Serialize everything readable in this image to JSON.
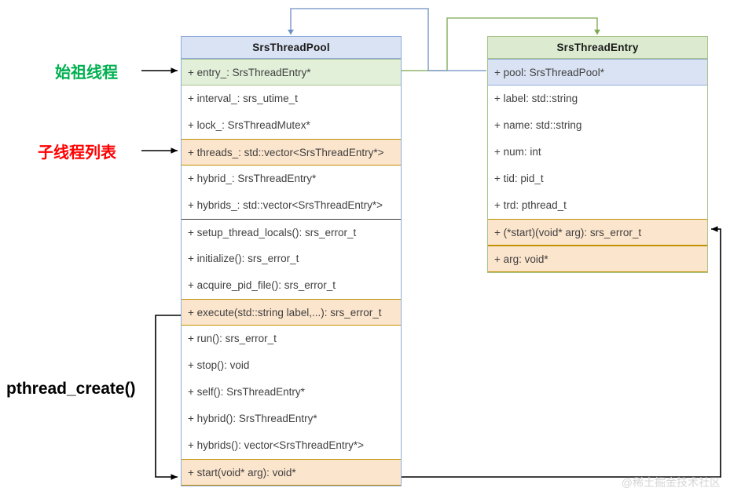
{
  "diagram": {
    "watermark": "@稀土掘金技术社区",
    "colors": {
      "blue_header": "#dae3f3",
      "blue_border": "#8eaadb",
      "green_header": "#dcebd0",
      "green_border": "#a9c48a",
      "orange_fill": "#fce5cd",
      "orange_border": "#bf9000",
      "annot_green": "#00b050",
      "annot_red": "#ff0000",
      "annot_black": "#000000"
    }
  },
  "classes": [
    {
      "name": "SrsThreadPool",
      "title_style": "blue",
      "attributes": [
        {
          "text": "+ entry_: SrsThreadEntry*",
          "style": "green"
        },
        {
          "text": "+ interval_: srs_utime_t",
          "style": "plain"
        },
        {
          "text": "+ lock_: SrsThreadMutex*",
          "style": "plain"
        },
        {
          "text": "+ threads_: std::vector<SrsThreadEntry*>",
          "style": "orange"
        },
        {
          "text": "+ hybrid_: SrsThreadEntry*",
          "style": "plain"
        },
        {
          "text": "+ hybrids_: std::vector<SrsThreadEntry*>",
          "style": "plain"
        }
      ],
      "methods": [
        {
          "text": "+ setup_thread_locals(): srs_error_t",
          "style": "plain"
        },
        {
          "text": "+ initialize(): srs_error_t",
          "style": "plain"
        },
        {
          "text": "+ acquire_pid_file(): srs_error_t",
          "style": "plain"
        },
        {
          "text": "+ execute(std::string label,...): srs_error_t",
          "style": "orange"
        },
        {
          "text": "+ run(): srs_error_t",
          "style": "plain"
        },
        {
          "text": "+ stop(): void",
          "style": "plain"
        },
        {
          "text": "+ self(): SrsThreadEntry*",
          "style": "plain"
        },
        {
          "text": "+ hybrid(): SrsThreadEntry*",
          "style": "plain"
        },
        {
          "text": "+ hybrids(): vector<SrsThreadEntry*>",
          "style": "plain"
        },
        {
          "text": "+ start(void* arg): void*",
          "style": "orange"
        }
      ]
    },
    {
      "name": "SrsThreadEntry",
      "title_style": "green",
      "attributes": [
        {
          "text": "+ pool: SrsThreadPool*",
          "style": "blue"
        },
        {
          "text": "+ label: std::string",
          "style": "plain"
        },
        {
          "text": "+ name: std::string",
          "style": "plain"
        },
        {
          "text": "+ num: int",
          "style": "plain"
        },
        {
          "text": "+ tid: pid_t",
          "style": "plain"
        },
        {
          "text": "+ trd: pthread_t",
          "style": "plain"
        },
        {
          "text": "+ (*start)(void* arg): srs_error_t",
          "style": "orange"
        },
        {
          "text": "+ arg: void*",
          "style": "orange"
        }
      ],
      "methods": []
    }
  ],
  "annotations": [
    {
      "id": "ancestor-thread",
      "text": "始祖线程",
      "color": "green"
    },
    {
      "id": "child-thread-list",
      "text": "子线程列表",
      "color": "red"
    },
    {
      "id": "pthread-create",
      "text": "pthread_create()",
      "color": "black"
    }
  ]
}
